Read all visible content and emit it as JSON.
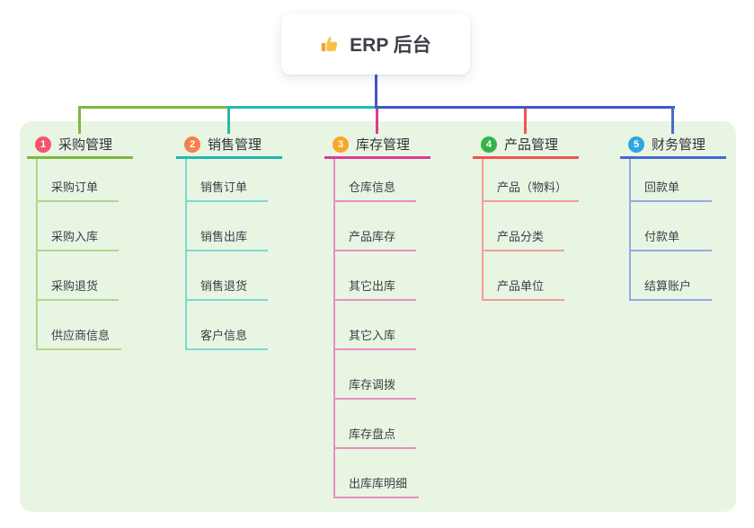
{
  "root": {
    "label": "ERP 后台",
    "icon": "thumbs-up-icon",
    "accent_line_color": "#4356c6"
  },
  "canvas": {
    "background": "#ffffff",
    "panel_background": "#e8f5e2"
  },
  "branches": [
    {
      "number": "1",
      "label": "采购管理",
      "badge_color": "#f4556c",
      "line_color": "#7cb93f",
      "children": [
        "采购订单",
        "采购入库",
        "采购退货",
        "供应商信息"
      ]
    },
    {
      "number": "2",
      "label": "销售管理",
      "badge_color": "#f3814b",
      "line_color": "#23b8af",
      "children": [
        "销售订单",
        "销售出库",
        "销售退货",
        "客户信息"
      ]
    },
    {
      "number": "3",
      "label": "库存管理",
      "badge_color": "#f8a629",
      "line_color": "#dc3a97",
      "children": [
        "仓库信息",
        "产品库存",
        "其它出库",
        "其它入库",
        "库存调拨",
        "库存盘点",
        "出库库明细"
      ]
    },
    {
      "number": "4",
      "label": "产品管理",
      "badge_color": "#33b44a",
      "line_color": "#f05453",
      "children": [
        "产品（物料）",
        "产品分类",
        "产品单位"
      ]
    },
    {
      "number": "5",
      "label": "财务管理",
      "badge_color": "#2ea7e0",
      "line_color": "#4a68cf",
      "children": [
        "回款单",
        "付款单",
        "结算账户"
      ]
    }
  ]
}
